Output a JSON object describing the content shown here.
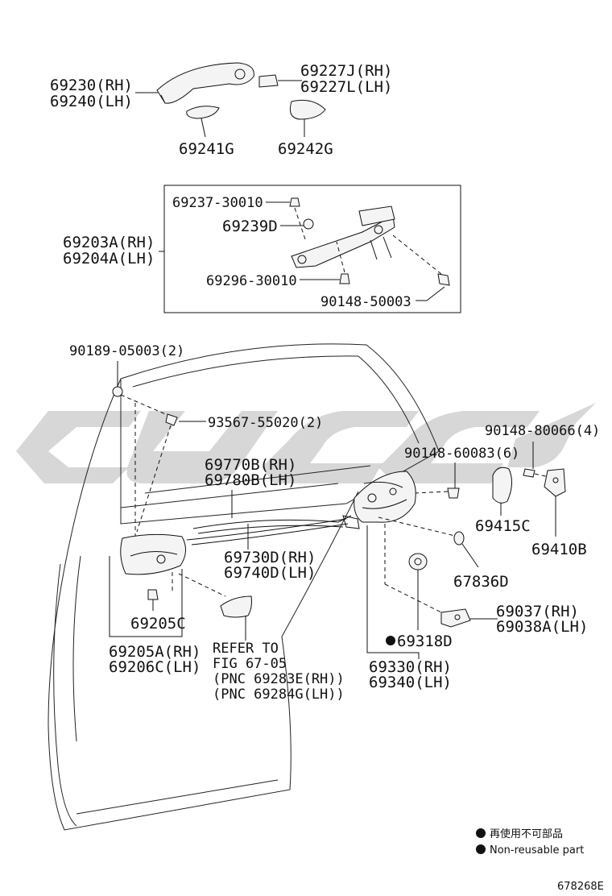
{
  "callouts": {
    "handle_rh": "69230(RH)",
    "handle_lh": "69240(LH)",
    "cover_rh": "69227J(RH)",
    "cover_lh": "69227L(LH)",
    "pad_69241": "69241G",
    "pad_69242": "69242G",
    "screw_69237": "69237-30010",
    "nut_69239": "69239D",
    "frame_rh": "69203A(RH)",
    "frame_lh": "69204A(LH)",
    "bolt_69296": "69296-30010",
    "bolt_90148_50003": "90148-50003",
    "clip_90189": "90189-05003(2)",
    "clip_93567": "93567-55020(2)",
    "cable_69770b": "69770B(RH)",
    "cable_69780b": "69780B(LH)",
    "screw_90148_80066": "90148-80066(4)",
    "screw_90148_60083": "90148-60083(6)",
    "striker_69415c": "69415C",
    "striker_69410b": "69410B",
    "cable_69730d": "69730D(RH)",
    "cable_69740d": "69740D(LH)",
    "seal_67836d": "67836D",
    "inside_handle_69205c": "69205C",
    "inside_handle_rh": "69205A(RH)",
    "inside_handle_lh": "69206C(LH)",
    "refer_line1": "REFER TO",
    "refer_line2": "FIG 67-05",
    "refer_line3": "(PNC 69283E(RH))",
    "refer_line4": "(PNC 69284G(LH))",
    "lock_69037": "69037(RH)",
    "lock_69038a": "69038A(LH)",
    "grommet_69318d": "69318D",
    "lock_assy_rh": "69330(RH)",
    "lock_assy_lh": "69340(LH)"
  },
  "legend": {
    "line1": "再使用不可部品",
    "line2": "Non-reusable part"
  },
  "figure_id": "678268E"
}
